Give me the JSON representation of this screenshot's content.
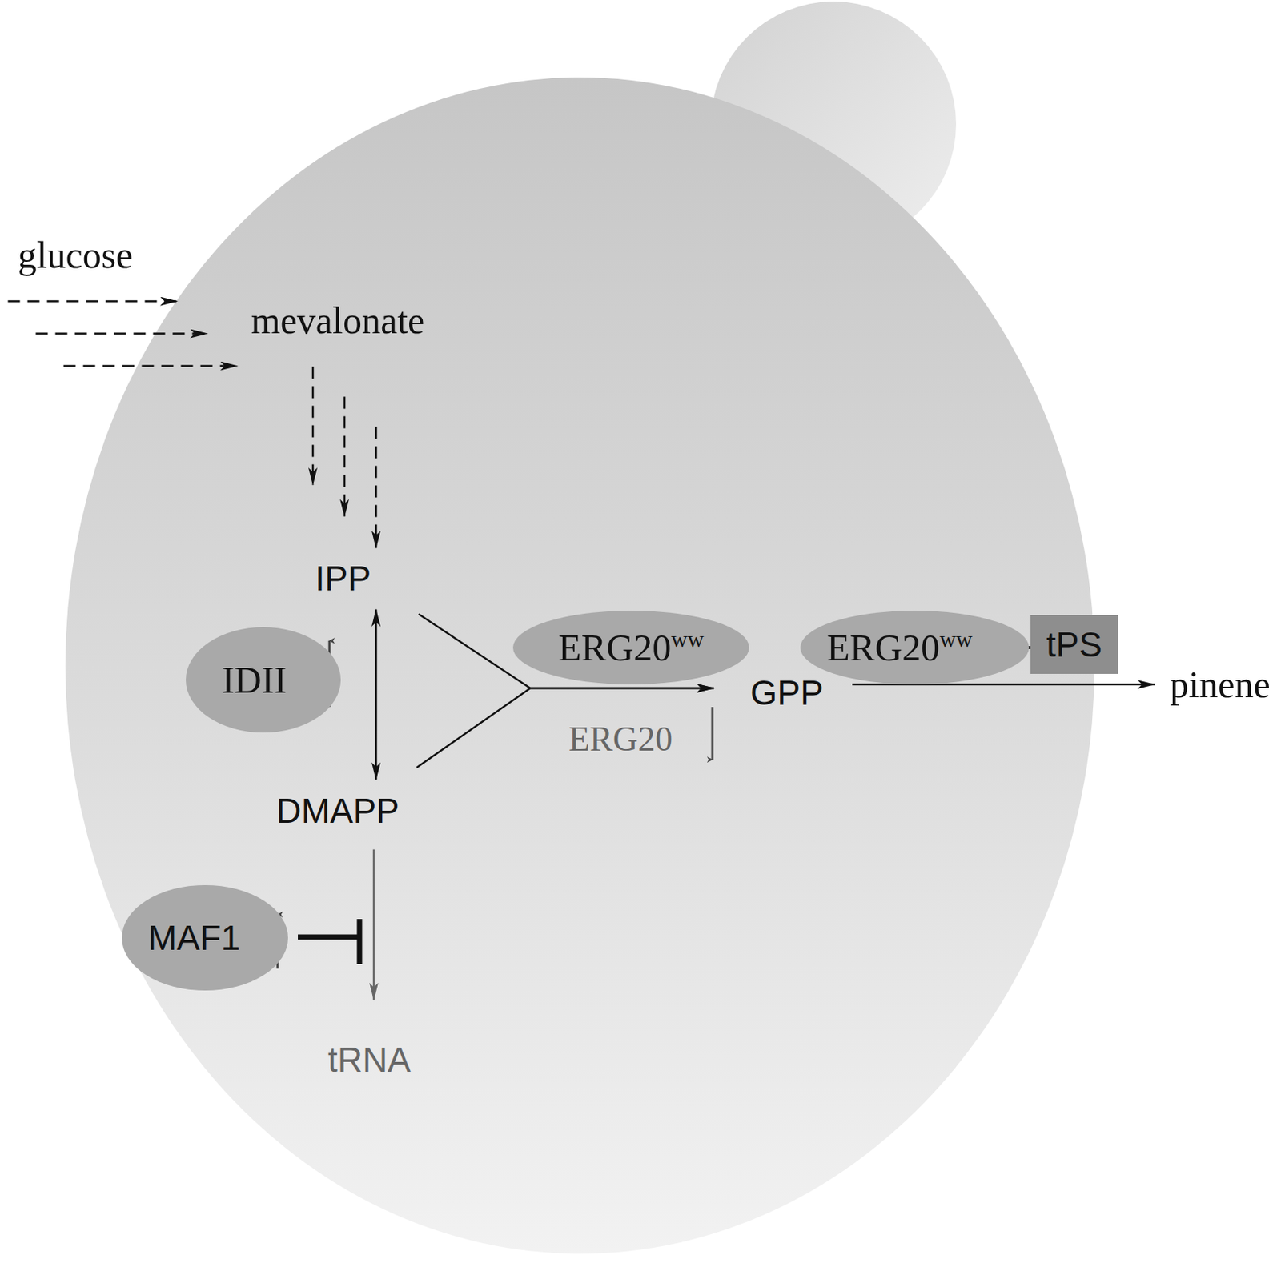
{
  "diagram": {
    "nodes": [
      {
        "text": [
          "glucose"
        ]
      },
      {
        "text": [
          "mevalonate"
        ]
      },
      {
        "text": [
          "IPP"
        ]
      },
      {
        "text": [
          "IDII"
        ]
      },
      {
        "text": [
          "ERG20ww"
        ]
      },
      {
        "text": [
          "ERG20ww"
        ]
      },
      {
        "text": [
          "tPS"
        ]
      },
      {
        "text": [
          "GPP"
        ]
      },
      {
        "text": [
          "pinene"
        ]
      },
      {
        "text": [
          "DMAPP"
        ]
      },
      {
        "text": [
          "MAF1"
        ]
      },
      {
        "text": [
          "tRNA"
        ]
      }
    ],
    "edges": [
      {
        "from": 0,
        "to": 1,
        "arrow": "to"
      },
      {
        "from": 1,
        "to": 2,
        "arrow": "to"
      },
      {
        "from": 2,
        "to": 9,
        "arrow": "both"
      },
      {
        "from": 2,
        "to": 7,
        "arrow": "to"
      },
      {
        "from": 9,
        "to": 7,
        "arrow": "to"
      },
      {
        "from": 5,
        "to": 6,
        "arrow": "none"
      },
      {
        "from": 7,
        "to": 8,
        "arrow": "to"
      },
      {
        "from": 9,
        "to": 11,
        "arrow": "to"
      }
    ],
    "labels": [
      "ERG20"
    ]
  }
}
